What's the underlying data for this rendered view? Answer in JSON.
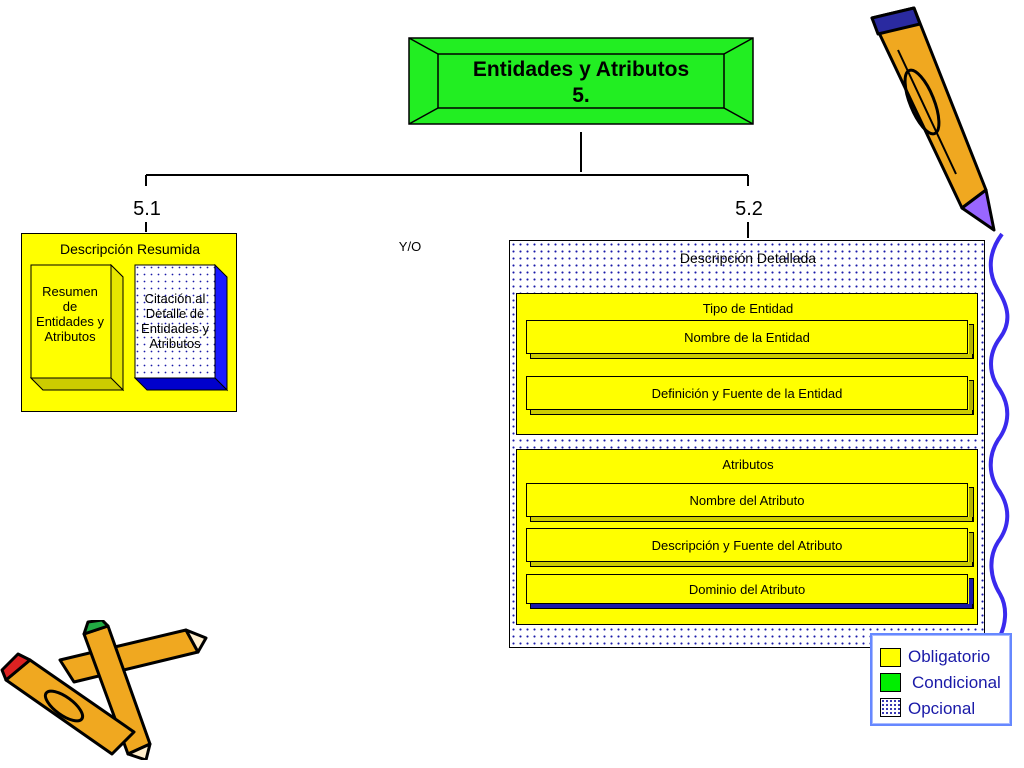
{
  "root": {
    "title": "Entidades y Atributos",
    "number": "5."
  },
  "connector": {
    "label": "Y/O"
  },
  "left": {
    "number": "5.1",
    "title": "Descripción Resumida",
    "card_a": "Resumen de Entidades y Atributos",
    "card_b": "Citación al Detalle de Entidades y Atributos"
  },
  "right": {
    "number": "5.2",
    "title": "Descripción Detallada",
    "group1": {
      "title": "Tipo de Entidad",
      "items": [
        "Nombre de la Entidad",
        "Definición y Fuente de la Entidad"
      ]
    },
    "group2": {
      "title": "Atributos",
      "items": [
        "Nombre del Atributo",
        "Descripción y Fuente del Atributo",
        "Dominio del Atributo"
      ]
    }
  },
  "legend": {
    "items": [
      {
        "label": "Obligatorio",
        "color": "#ffff00"
      },
      {
        "label": "Condicional",
        "color": "#00ee00"
      },
      {
        "label": "Opcional",
        "color": "dotted"
      }
    ]
  },
  "colors": {
    "mandatory": "#ffff00",
    "conditional": "#22ee22",
    "optional_dots": "#1a1aa8",
    "legend_text": "#1a1aa8"
  },
  "icons": [
    "pencil-icon",
    "pencils-icon"
  ]
}
